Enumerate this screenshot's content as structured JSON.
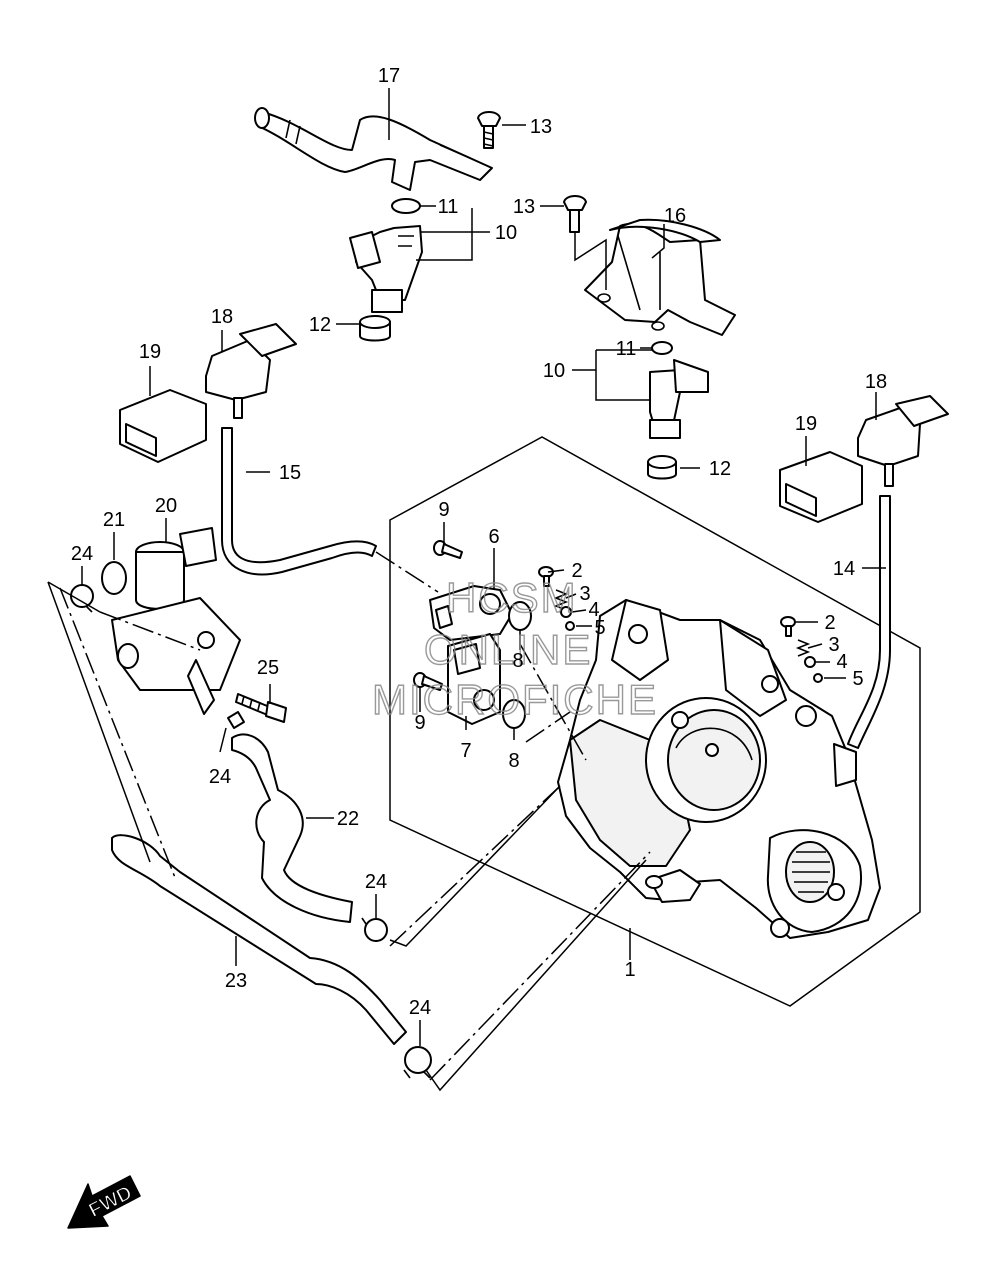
{
  "labels": [
    {
      "text": "17"
    },
    {
      "text": "13"
    },
    {
      "text": "11"
    },
    {
      "text": "10"
    },
    {
      "text": "12"
    },
    {
      "text": "13"
    },
    {
      "text": "16"
    },
    {
      "text": "18"
    },
    {
      "text": "19"
    },
    {
      "text": "11"
    },
    {
      "text": "10"
    },
    {
      "text": "12"
    },
    {
      "text": "18"
    },
    {
      "text": "19"
    },
    {
      "text": "15"
    },
    {
      "text": "21"
    },
    {
      "text": "20"
    },
    {
      "text": "24"
    },
    {
      "text": "9"
    },
    {
      "text": "6"
    },
    {
      "text": "2"
    },
    {
      "text": "3"
    },
    {
      "text": "4"
    },
    {
      "text": "5"
    },
    {
      "text": "8"
    },
    {
      "text": "2"
    },
    {
      "text": "3"
    },
    {
      "text": "4"
    },
    {
      "text": "5"
    },
    {
      "text": "14"
    },
    {
      "text": "25"
    },
    {
      "text": "9"
    },
    {
      "text": "7"
    },
    {
      "text": "8"
    },
    {
      "text": "24"
    },
    {
      "text": "22"
    },
    {
      "text": "24"
    },
    {
      "text": "23"
    },
    {
      "text": "1"
    },
    {
      "text": "24"
    }
  ],
  "watermark": {
    "line1": "HCSM",
    "line2": "ONLINE",
    "line3": "MICROFICHE"
  },
  "fwd_badge": "FWD"
}
